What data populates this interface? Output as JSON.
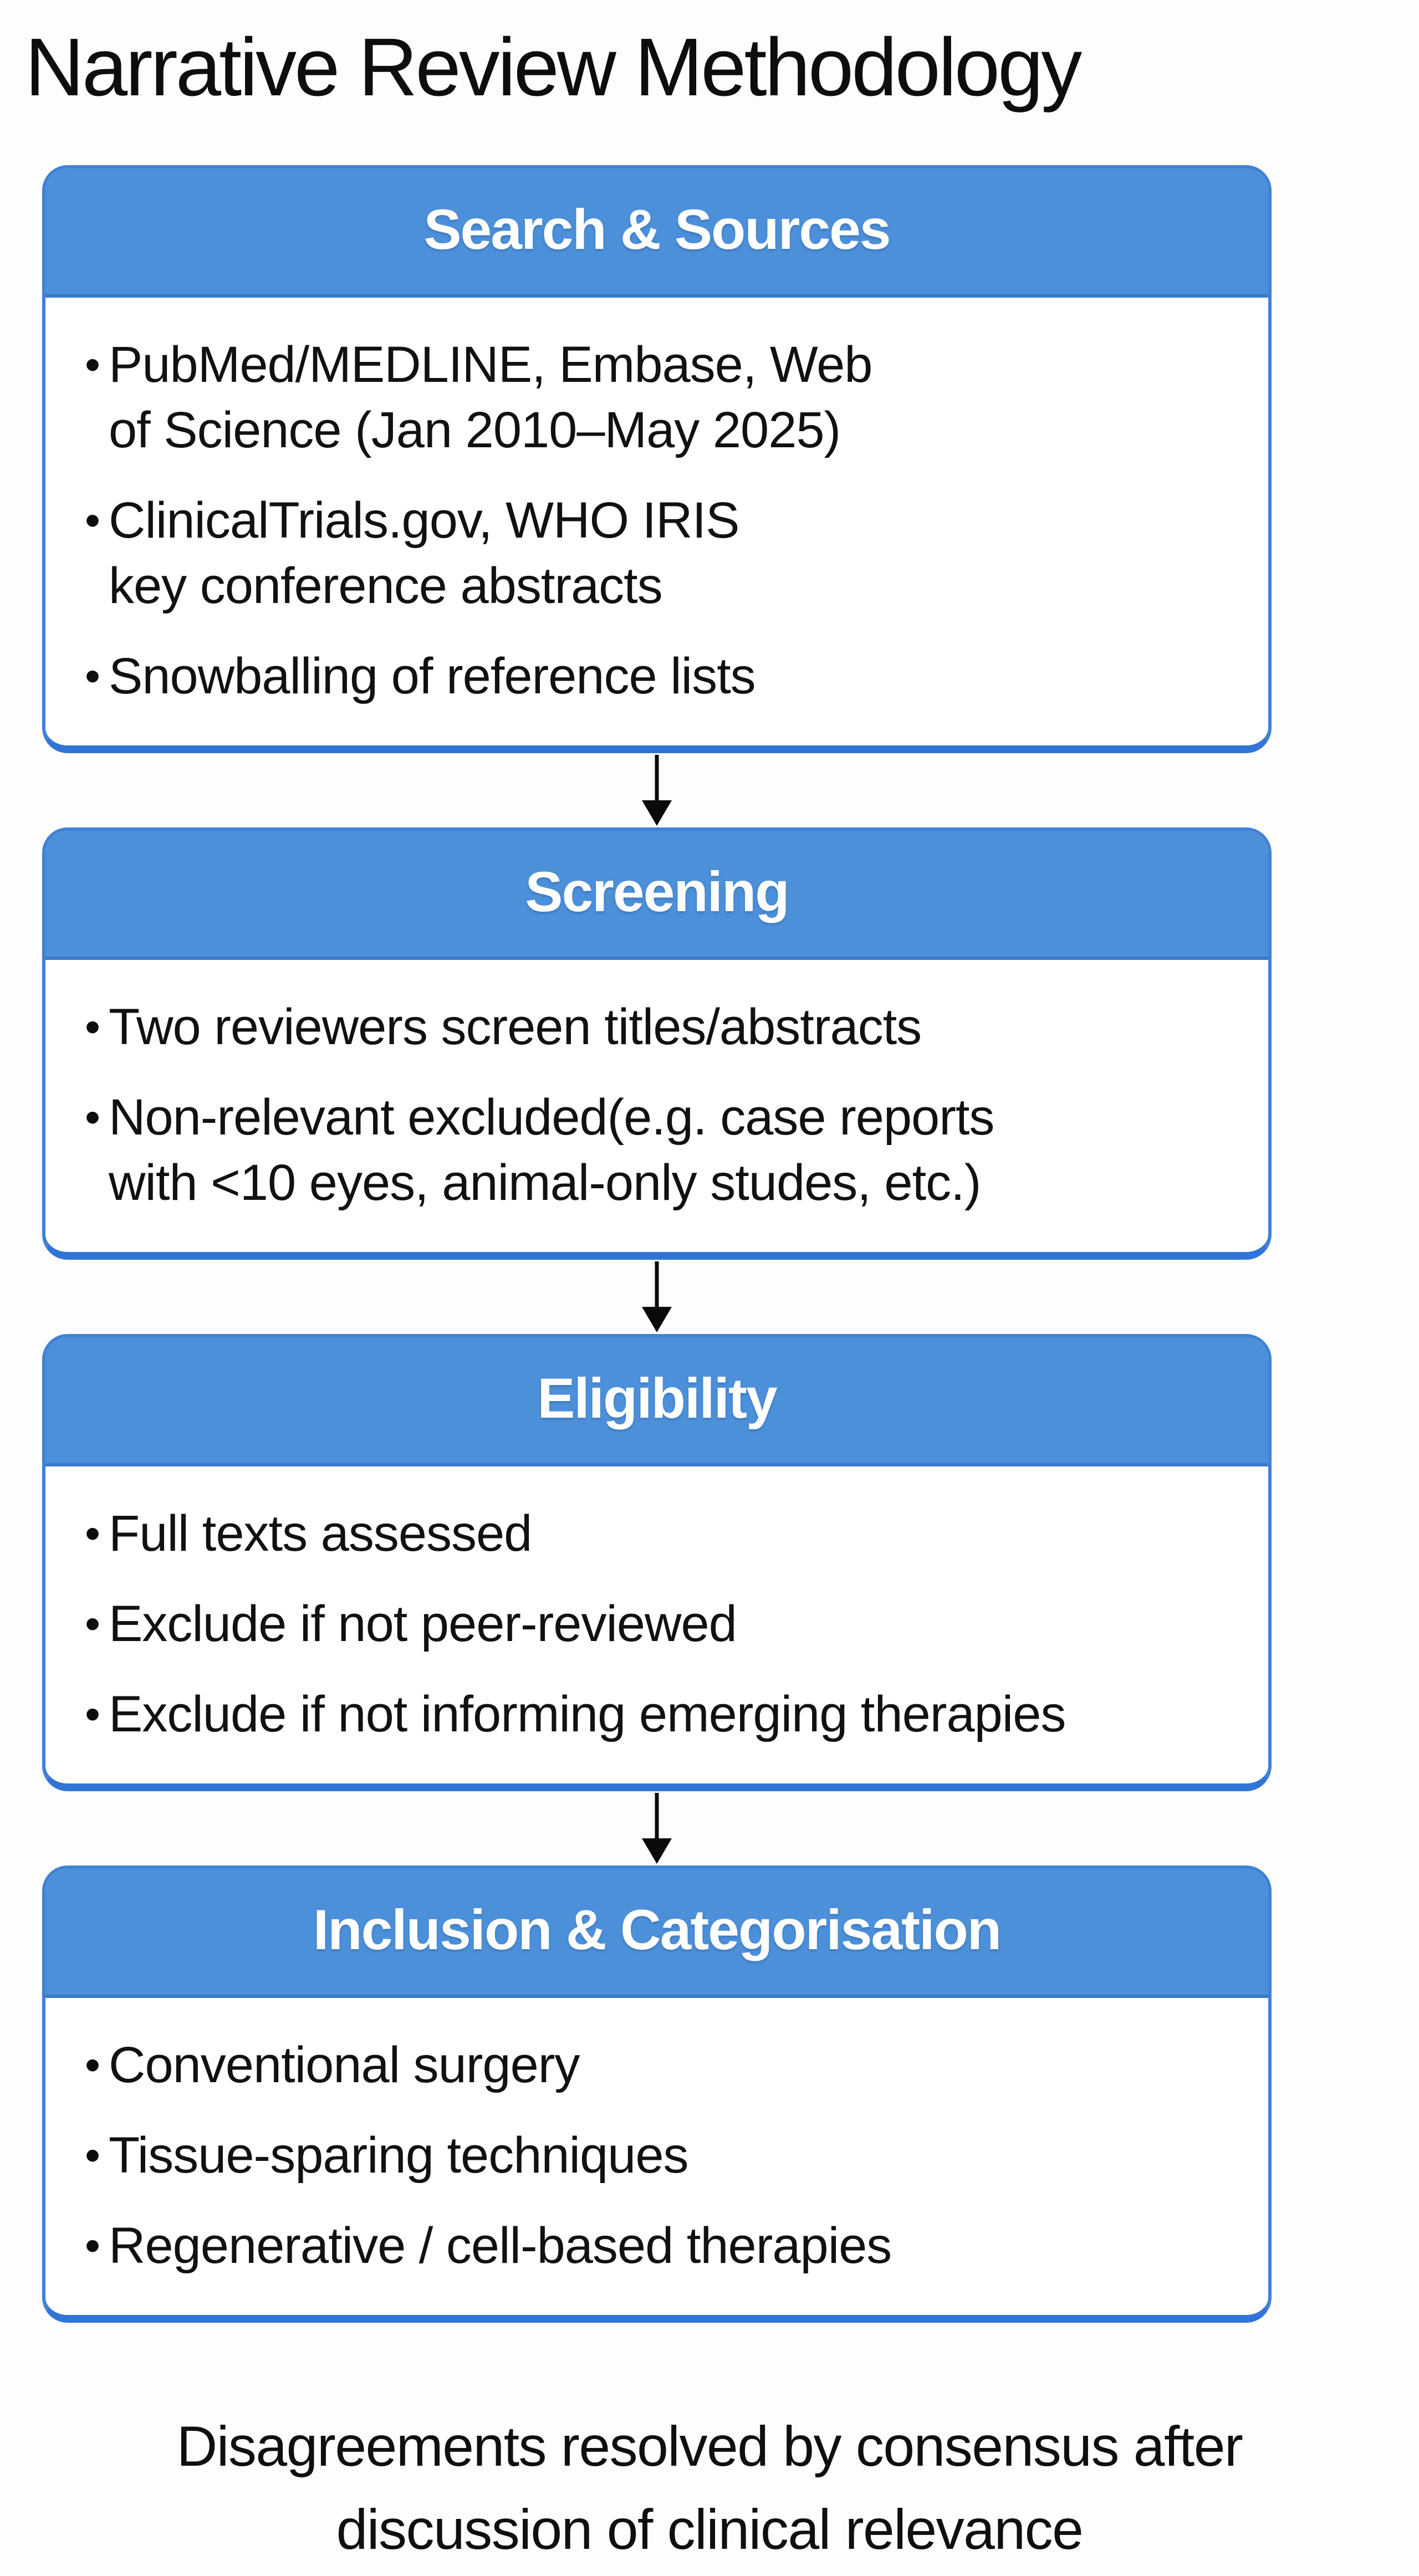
{
  "title": "Narrative Review Methodology",
  "bullet_glyph": "•",
  "colors": {
    "header_blue": "#4c90da",
    "border_blue": "#3f82d6",
    "border_bottom_blue": "#3174d8",
    "header_text": "#ffffff",
    "body_text": "#111111"
  },
  "icons": {
    "down_arrow": "down-arrow-icon"
  },
  "sections": [
    {
      "title": "Search & Sources",
      "bullets": [
        "PubMed/MEDLINE, Embase, Web\nof Science (Jan 2010–May 2025)",
        "ClinicalTrials.gov, WHO IRIS\nkey conference abstracts",
        "Snowballing of reference lists"
      ]
    },
    {
      "title": "Screening",
      "bullets": [
        "Two reviewers screen titles/abstracts",
        "Non-relevant excluded(e.g. case reports\nwith <10 eyes, animal-only studes, etc.)"
      ]
    },
    {
      "title": "Eligibility",
      "bullets": [
        "Full texts assessed",
        "Exclude if not peer-reviewed",
        "Exclude if not informing emerging therapies"
      ]
    },
    {
      "title": "Inclusion & Categorisation",
      "bullets": [
        "Conventional surgery",
        "Tissue-sparing techniques",
        "Regenerative / cell-based therapies"
      ]
    }
  ],
  "footer": "Disagreements resolved by consensus after\ndiscussion of clinical relevance"
}
